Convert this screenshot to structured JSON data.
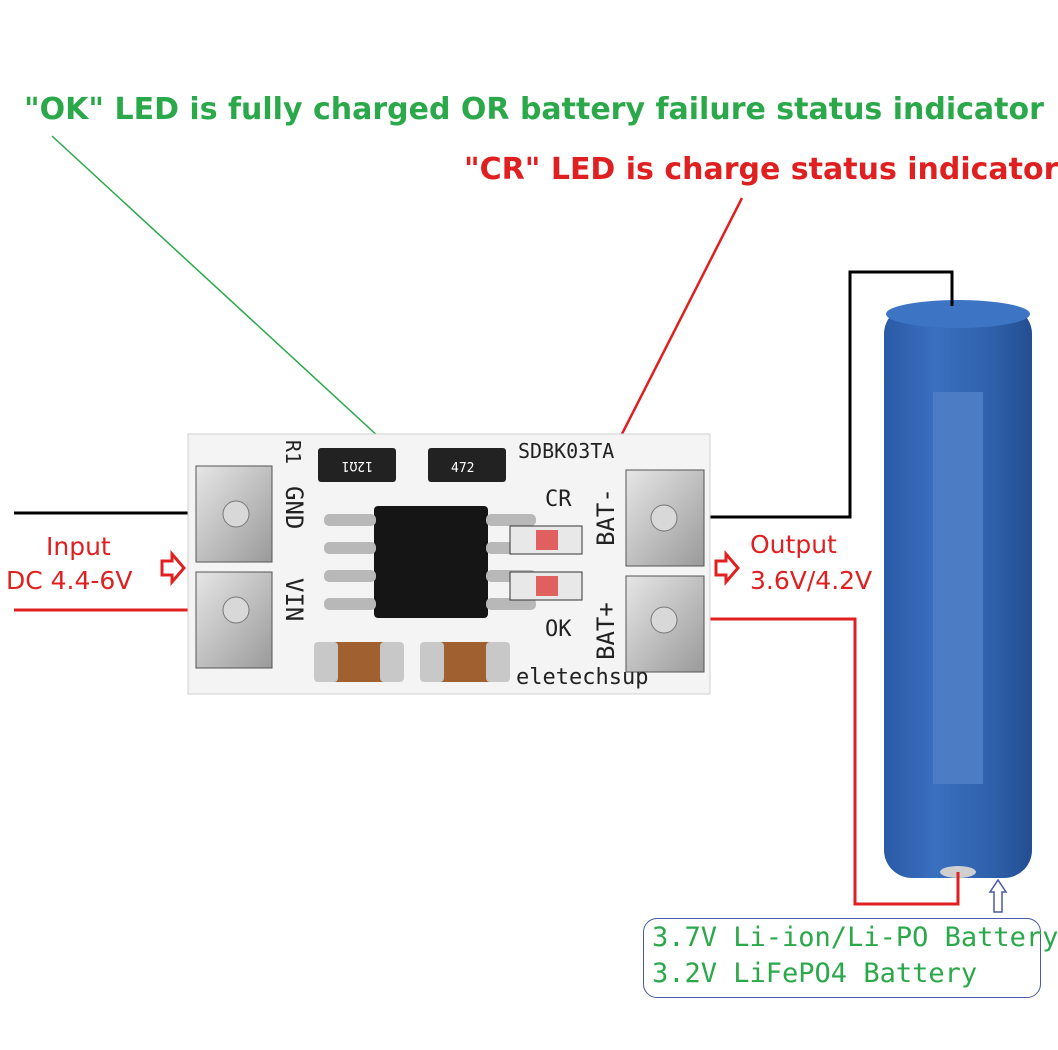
{
  "annotations": {
    "ok_led": "\"OK\" LED is fully charged OR battery failure status indicator",
    "cr_led": "\"CR\" LED is charge status indicator",
    "input_label": "Input",
    "input_value": "DC 4.4-6V",
    "output_label": "Output",
    "output_value": "3.6V/4.2V",
    "battery_line1": "3.7V Li-ion/Li-PO Battery",
    "battery_line2": "3.2V LiFePO4 Battery"
  },
  "board": {
    "model": "SDBK03TA",
    "brand": "eletechsup",
    "pad_labels": {
      "gnd": "GND",
      "vin": "VIN",
      "bat_minus": "BAT-",
      "bat_plus": "BAT+"
    },
    "led_labels": {
      "cr": "CR",
      "ok": "OK"
    },
    "resistor_labels": {
      "r1": "R1",
      "r1_value": "12Ω1",
      "r2_value": "472"
    }
  },
  "colors": {
    "ok_text": "#2aa84a",
    "cr_text": "#e02020",
    "ok_wire": "#2aa84a",
    "cr_wire": "#e02020",
    "positive_wire": "#e02020",
    "negative_wire": "#000000",
    "battery": "#2f62ad",
    "board": "#f4f4f4"
  }
}
